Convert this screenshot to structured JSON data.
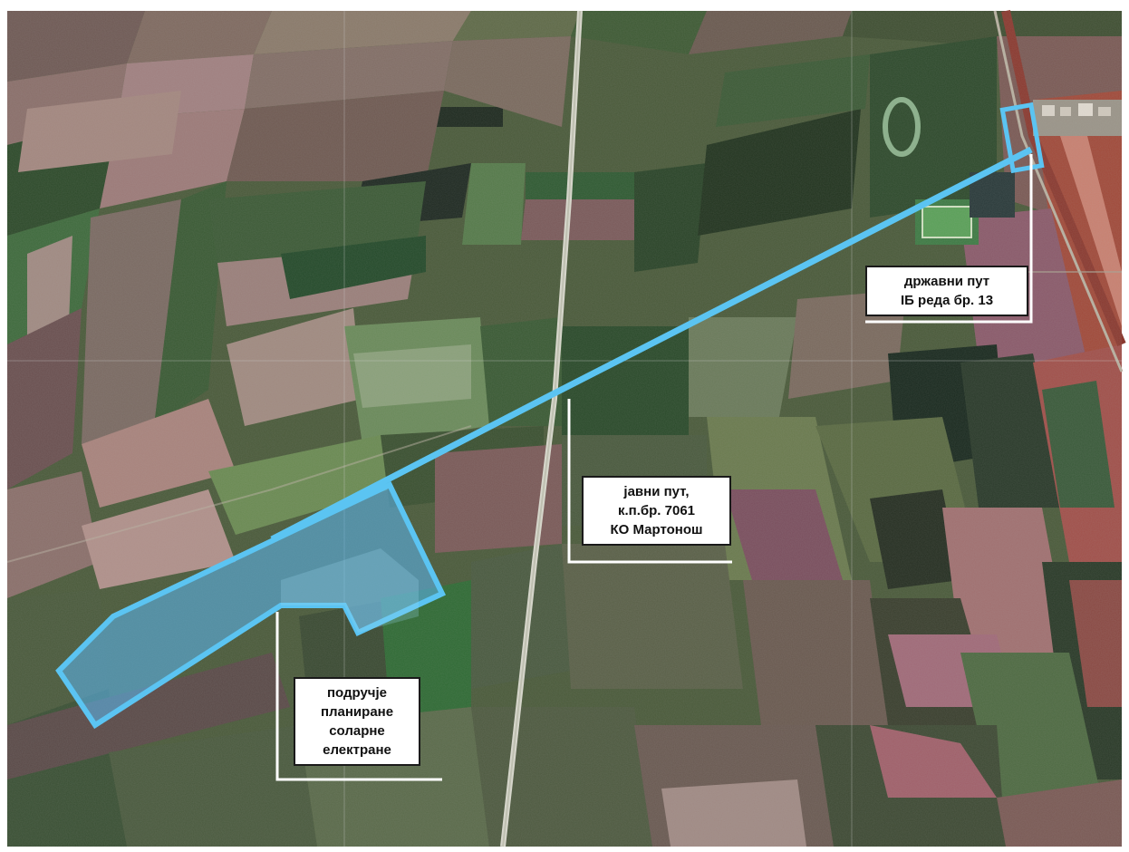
{
  "callouts": {
    "state_road": {
      "lines": [
        "државни пут",
        "IБ реда бр. 13"
      ]
    },
    "public_road": {
      "lines": [
        "јавни пут,",
        "к.п.бр. 7061",
        "КО Мартонош"
      ]
    },
    "solar_area": {
      "lines": [
        "подручје",
        "планиране",
        "соларне",
        "електране"
      ]
    }
  },
  "colors": {
    "highlight_stroke": "#5bc4f2",
    "highlight_fill": "#5aaee0",
    "leader_line": "#ffffff",
    "label_border": "#1a1a1a"
  },
  "icons": {
    "north_arrow": "",
    "scale_bar": ""
  }
}
